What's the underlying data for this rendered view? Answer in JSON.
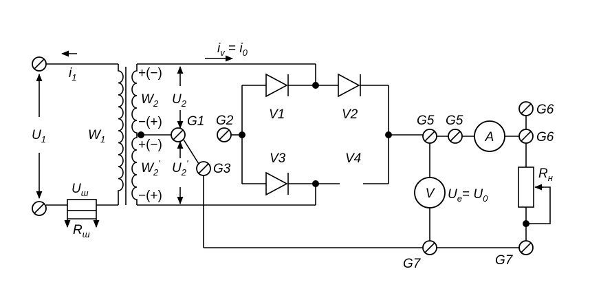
{
  "labels": {
    "i1": "i",
    "i1_sub": "1",
    "U1": "U",
    "U1_sub": "1",
    "W1": "W",
    "W1_sub": "1",
    "Ush": "U",
    "Ush_sub": "ш",
    "Rsh": "R",
    "Rsh_sub": "ш",
    "iv": "i",
    "iv_sub": "v",
    "iv_eq": " = ",
    "i0": "i",
    "i0_sub": "0",
    "pol1": "+(−)",
    "pol2": "−(+)",
    "pol3": "+(−)",
    "pol4": "−(+)",
    "W2": "W",
    "W2_sub": "2",
    "W2p": "W",
    "W2p_sub": "2",
    "W2p_prime": "'",
    "U2": "U",
    "U2_sub": "2",
    "U2p": "U",
    "U2p_sub": "2",
    "U2p_prime": "'",
    "G1": "G1",
    "G2": "G2",
    "G3": "G3",
    "V1": "V1",
    "V2": "V2",
    "V3": "V3",
    "V4": "V4",
    "G5a": "G5",
    "G5b": "G5",
    "G6a": "G6",
    "G6b": "G6",
    "G7a": "G7",
    "G7b": "G7",
    "A": "A",
    "V": "V",
    "Ue": "U",
    "Ue_sub": "e",
    "Ue_eq": "= ",
    "U0": "U",
    "U0_sub": "0",
    "Rn": "R",
    "Rn_sub": "н"
  },
  "colors": {
    "ink": "#000000",
    "background": "#ffffff"
  }
}
